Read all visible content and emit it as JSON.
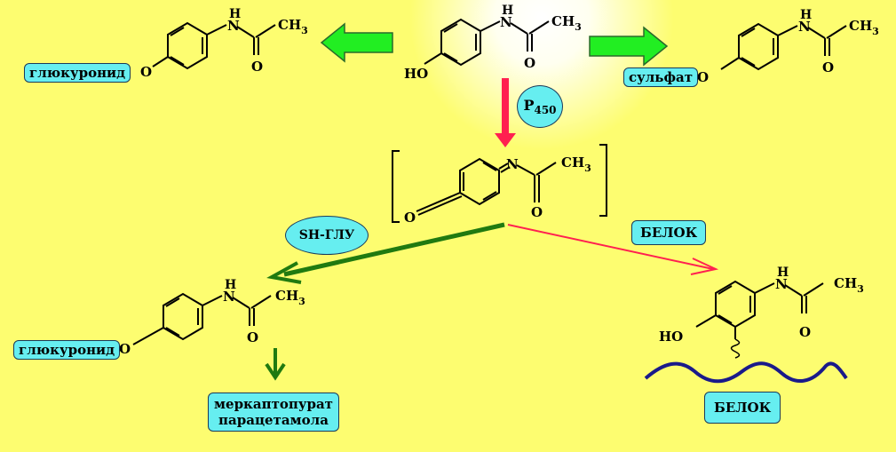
{
  "colors": {
    "background": "#fdfd70",
    "label_fill": "#66eef0",
    "green_arrow": "#22ee22",
    "red_arrow": "#ff2050",
    "dark_green": "#207a10",
    "protein_chain": "#1a1a8a"
  },
  "atoms": {
    "nitrogen": "N",
    "hydrogen": "H",
    "oxygen": "O",
    "methyl": "CH",
    "methyl_sub": "3",
    "hydroxyl": "HO"
  },
  "labels": {
    "glucuronide_top": "глюкуронид",
    "sulfate": "сульфат",
    "enzyme": "P",
    "enzyme_sub": "450",
    "glutathione": "SH-ГЛУ",
    "protein_right": "БЕЛОК",
    "glucuronide_bottom": "глюкуронид",
    "mercapturate_line1": "меркаптопурат",
    "mercapturate_line2": "парацетамола",
    "protein_bottom": "БЕЛОК"
  }
}
